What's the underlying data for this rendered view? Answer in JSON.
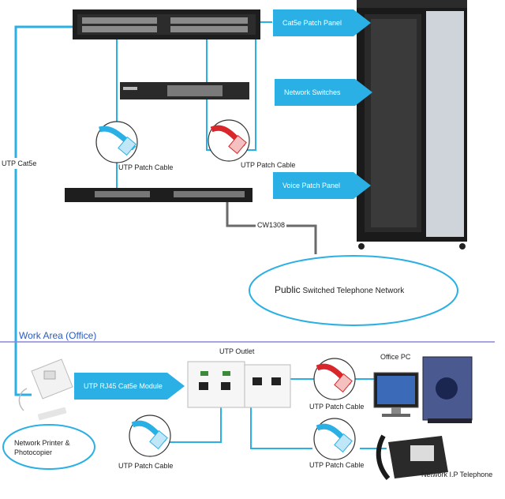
{
  "labels": {
    "cat5e_patch_panel": "Cat5e Patch Panel",
    "network_switches": "Network Switches",
    "voice_patch_panel": "Voice Patch Panel",
    "utp_cat5e": "UTP Cat5e",
    "utp_patch_cable_1": "UTP Patch Cable",
    "utp_patch_cable_2": "UTP Patch Cable",
    "cw1308": "CW1308",
    "pstn_public": "Public",
    "pstn_rest": "Switched Telephone Network",
    "work_area": "Work Area (Office)",
    "utp_outlet": "UTP Outlet",
    "rj45_module": "UTP RJ45 Cat5e Module",
    "office_pc": "Office PC",
    "utp_patch_cable_3": "UTP Patch Cable",
    "utp_patch_cable_4": "UTP Patch Cable",
    "network_printer": "Network Printer & Photocopier",
    "utp_patch_cable_5": "UTP Patch Cable",
    "network_ip_telephone": "Network I.P Telephone"
  },
  "colors": {
    "cable_blue": "#2ab0e4",
    "cable_red": "#d8262a",
    "cable_grey": "#6a6a6a",
    "divider": "#8a86d8",
    "rack_dark": "#1e1e1e",
    "rack_panel": "#cfd4da"
  }
}
